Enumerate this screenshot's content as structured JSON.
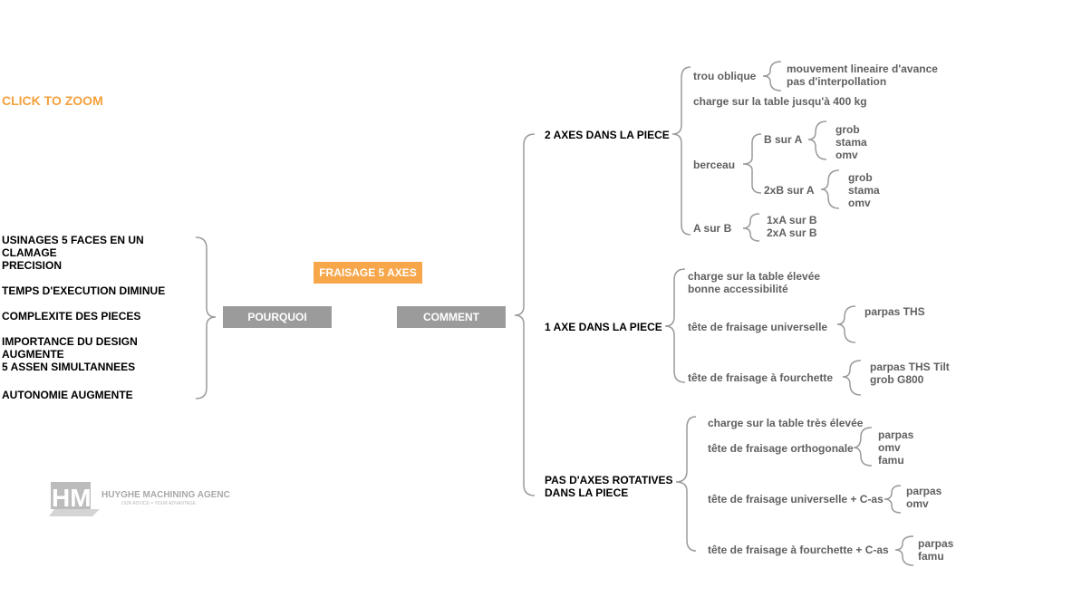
{
  "zoom_label": "CLICK TO ZOOM",
  "center": "FRAISAGE 5 AXES",
  "pourquoi": {
    "label": "POURQUOI",
    "items": [
      "USINAGES 5 FACES EN UN\nCLAMAGE\nPRECISION",
      "TEMPS D'EXECUTION DIMINUE",
      "COMPLEXITE DES PIECES",
      "IMPORTANCE DU DESIGN\nAUGMENTE\n5 ASSEN SIMULTANNEES",
      "AUTONOMIE AUGMENTE"
    ]
  },
  "comment": {
    "label": "COMMENT",
    "axes2": {
      "label": "2 AXES DANS LA PIECE",
      "trou_oblique": "trou oblique",
      "trou_oblique_items": "mouvement lineaire d'avance\npas d'interpollation",
      "charge": "charge sur la table jusqu'à 400 kg",
      "berceau": "berceau",
      "b_sur_a": "B sur A",
      "b_sur_a_items": "grob\nstama\nomv",
      "bb_sur_a": "2xB sur A",
      "bb_sur_a_items": "grob\nstama\nomv",
      "a_sur_b": "A sur B",
      "a_sur_b_items": "1xA sur B\n2xA sur B"
    },
    "axes1": {
      "label": "1 AXE DANS LA PIECE",
      "charge": "charge sur la table élevée\nbonne accessibilité",
      "universelle": "tête de fraisage universelle",
      "universelle_items": "parpas THS",
      "fourchette": "tête de fraisage à fourchette",
      "fourchette_items": "parpas THS Tilt\ngrob G800"
    },
    "axes0": {
      "label": "PAS D'AXES ROTATIVES\nDANS LA PIECE",
      "charge": "charge sur la table très élevée",
      "orthogonale": "tête de fraisage orthogonale",
      "orthogonale_items": "parpas\nomv\nfamu",
      "universelle_c": "tête de fraisage universelle + C-as",
      "universelle_c_items": "parpas\nomv",
      "fourchette_c": "tête de fraisage à fourchette + C-as",
      "fourchette_c_items": "parpas\nfamu"
    }
  },
  "logo": {
    "mark": "HM",
    "name": "HUYGHE MACHINING AGENCY",
    "tagline": "OUR ADVICE = YOUR ADVANTAGE"
  }
}
